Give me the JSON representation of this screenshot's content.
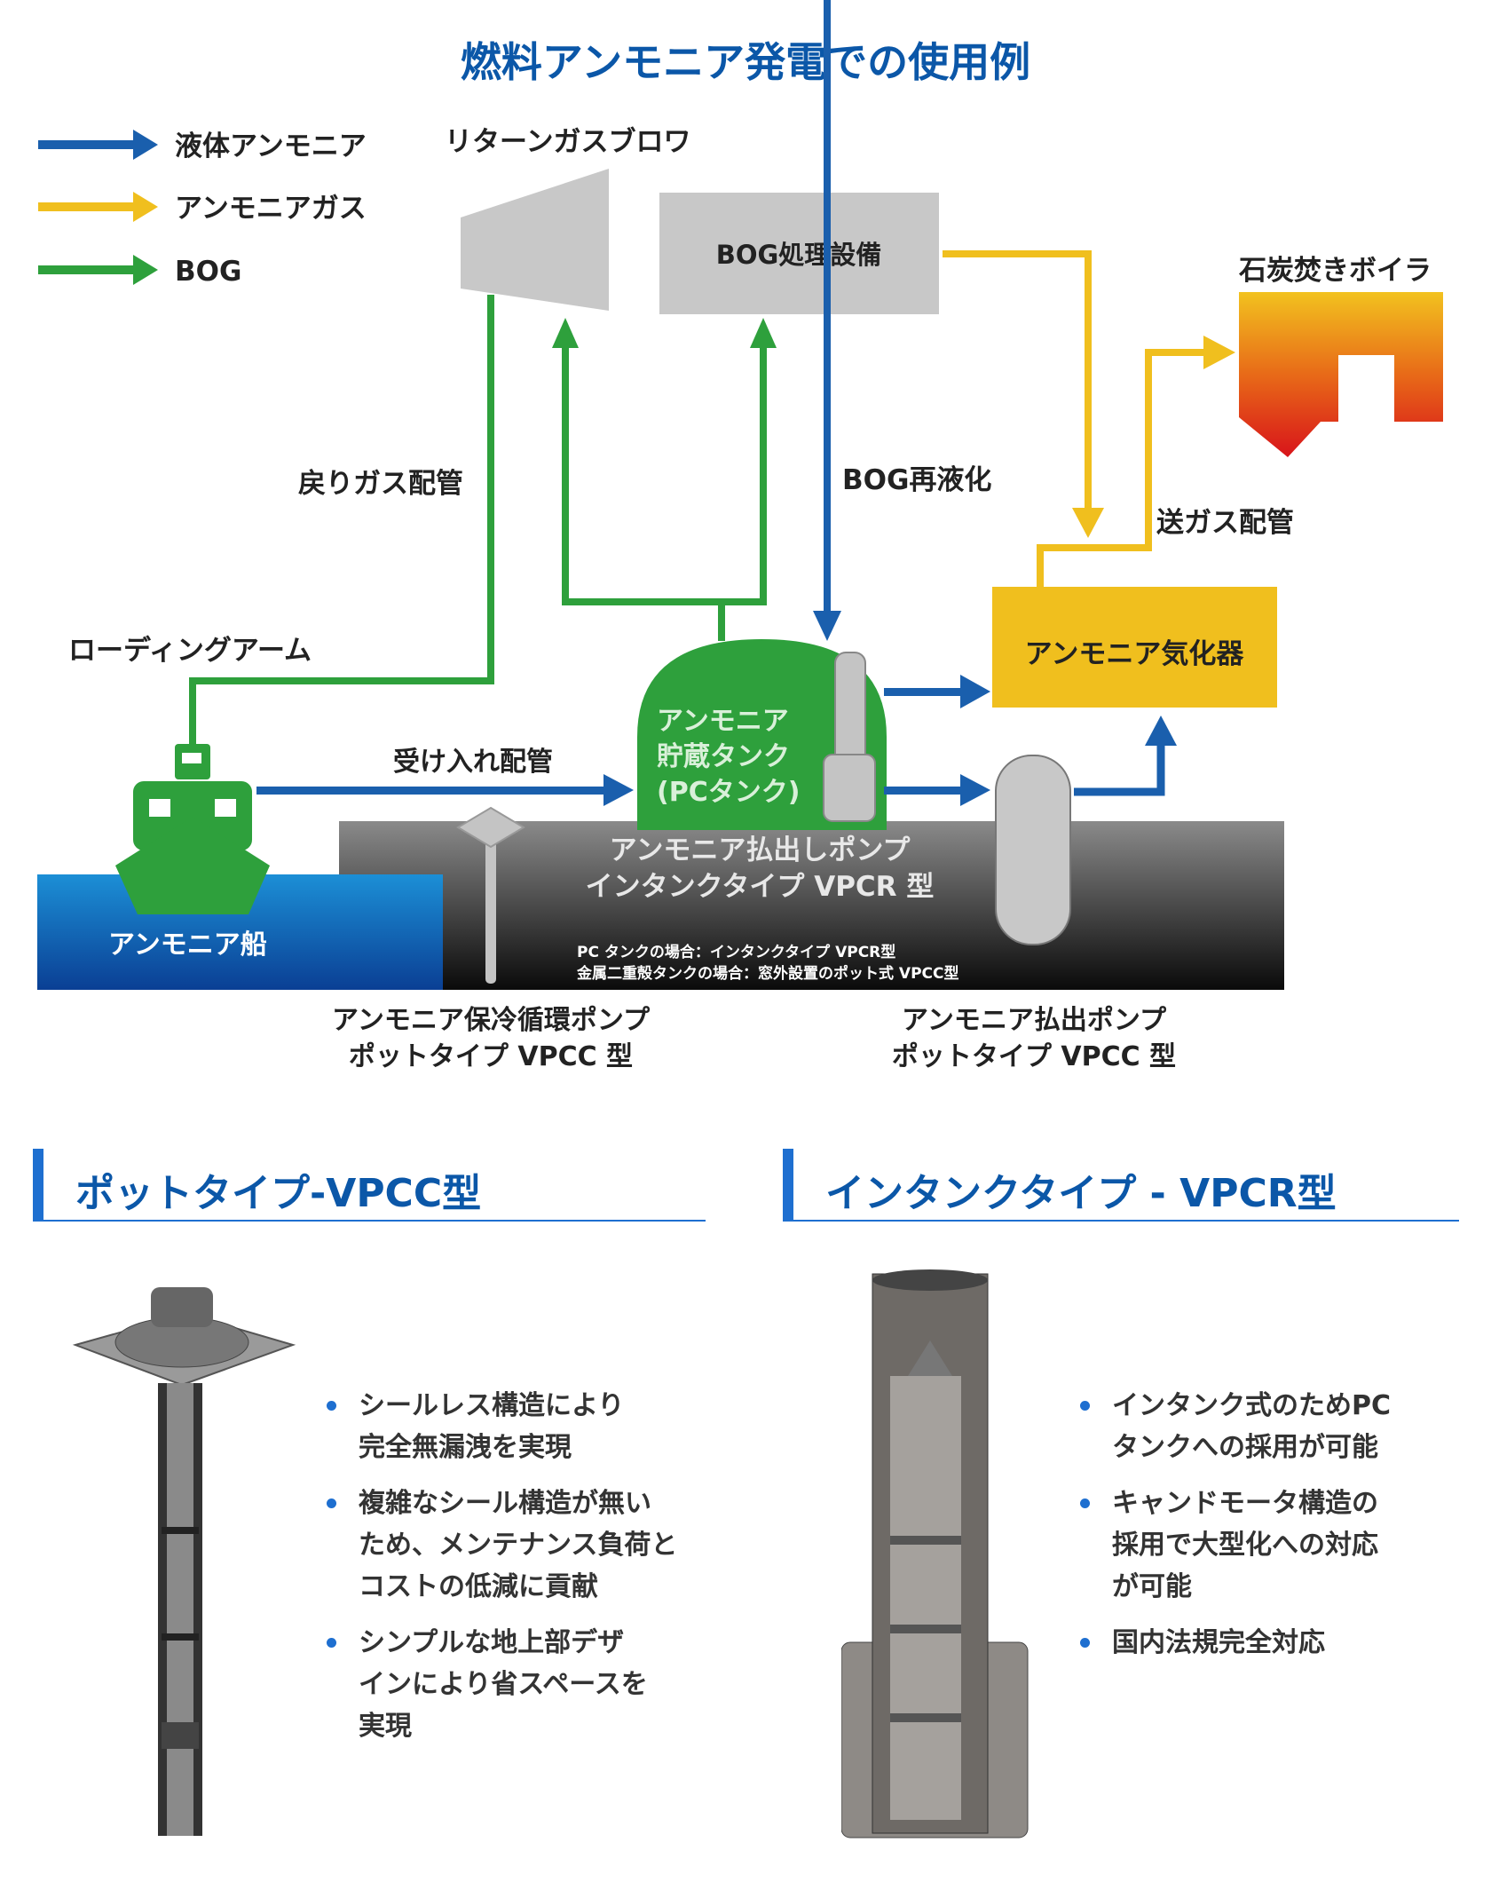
{
  "title": "燃料アンモニア発電での使用例",
  "legend": [
    {
      "label": "液体アンモニア",
      "color": "#1a5fad"
    },
    {
      "label": "アンモニアガス",
      "color": "#f0bf1e"
    },
    {
      "label": "BOG",
      "color": "#2ea03c"
    }
  ],
  "diagram": {
    "return_blower": "リターンガスブロワ",
    "bog_unit": "BOG処理設備",
    "boiler": "石炭焚きボイラ",
    "return_pipe": "戻りガス配管",
    "bog_reliquefaction": "BOG再液化",
    "send_gas_pipe": "送ガス配管",
    "loading_arm": "ローディングアーム",
    "receiving_pipe": "受け入れ配管",
    "vaporizer": "アンモニア気化器",
    "tank": [
      "アンモニア",
      "貯蔵タンク",
      "(PCタンク)"
    ],
    "ship": "アンモニア船",
    "intank_pump": [
      "アンモニア払出しポンプ",
      "インタンクタイプ VPCR 型"
    ],
    "notes": [
      "PC タンクの場合：インタンクタイプ VPCR型",
      "金属二重殻タンクの場合：窓外設置のポット式 VPCC型"
    ],
    "circ_pump": [
      "アンモニア保冷循環ポンプ",
      "ポットタイプ VPCC 型"
    ],
    "out_pump": [
      "アンモニア払出ポンプ",
      "ポットタイプ VPCC 型"
    ]
  },
  "sections": [
    {
      "title": "ポットタイプ-VPCC型",
      "bullets": [
        [
          "シールレス構造により",
          "完全無漏洩を実現"
        ],
        [
          "複雑なシール構造が無い",
          "ため、メンテナンス負荷と",
          "コストの低減に貢献"
        ],
        [
          "シンプルな地上部デザ",
          "インにより省スペースを",
          "実現"
        ]
      ]
    },
    {
      "title": "インタンクタイプ - VPCR型",
      "bullets": [
        [
          "インタンク式のためPC",
          "タンクへの採用が可能"
        ],
        [
          "キャンドモータ構造の",
          "採用で大型化への対応",
          "が可能"
        ],
        [
          "国内法規完全対応"
        ]
      ]
    }
  ]
}
